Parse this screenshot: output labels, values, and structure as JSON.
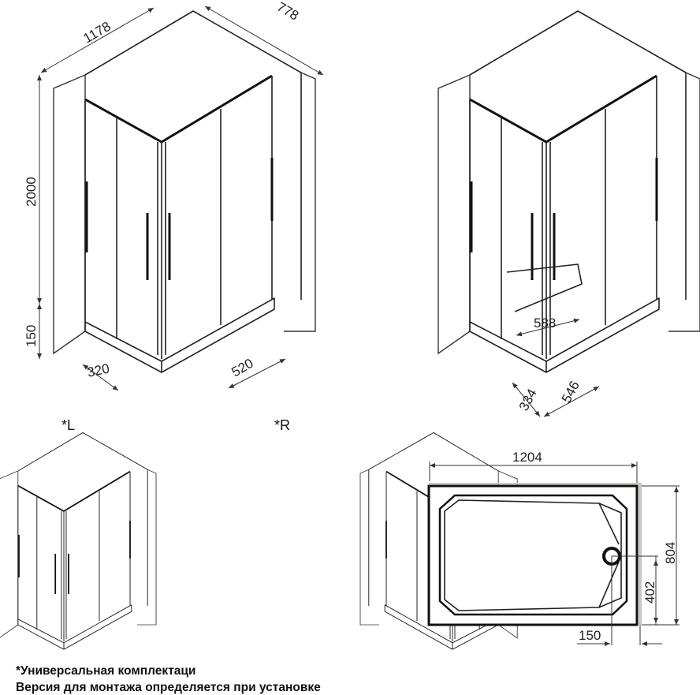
{
  "main_view": {
    "width": "1178",
    "depth": "778",
    "height": "2000",
    "tray_height": "150",
    "left_offset": "320",
    "front_offset": "520"
  },
  "open_view": {
    "entrance": "588",
    "left_offset": "334",
    "right_offset": "546"
  },
  "variants": {
    "left_label": "*L",
    "right_label": "*R"
  },
  "tray_plan": {
    "length": "1204",
    "width": "804",
    "drain_y": "402",
    "drain_x": "150"
  },
  "notes": {
    "line1": "*Универсальная комплектаци",
    "line2": "Версия для монтажа определяется при установке"
  },
  "colors": {
    "line": "#222222",
    "wall_edge": "#c8c6be"
  }
}
